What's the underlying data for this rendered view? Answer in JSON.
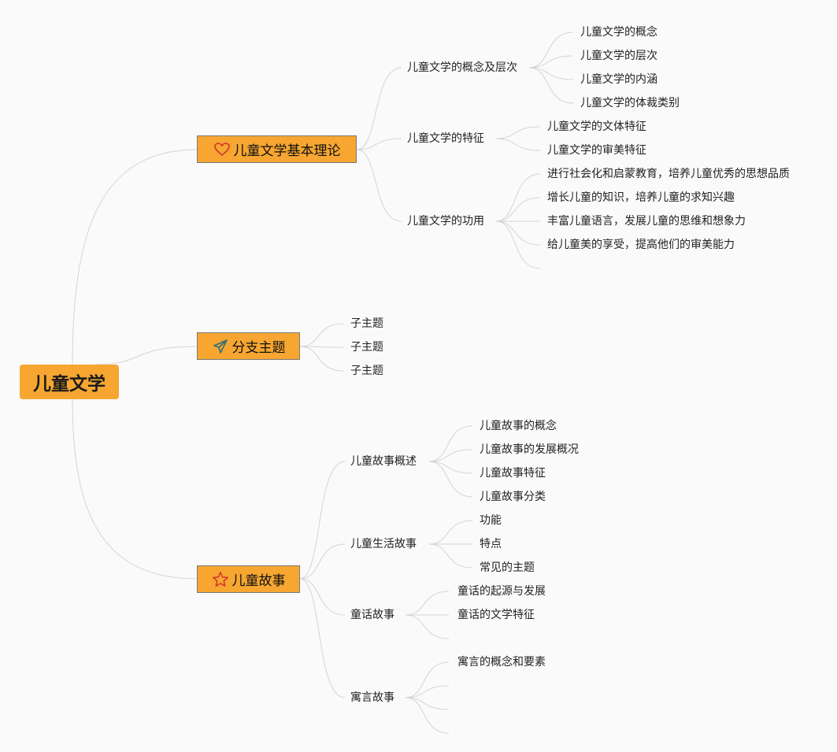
{
  "root": "儿童文学",
  "branches": {
    "theory": {
      "label": "儿童文学基本理论",
      "icon": "heart-icon",
      "subs": {
        "concept": {
          "label": "儿童文学的概念及层次",
          "leaves": [
            "儿童文学的概念",
            "儿童文学的层次",
            "儿童文学的内涵",
            "儿童文学的体裁类别"
          ]
        },
        "features": {
          "label": "儿童文学的特征",
          "leaves": [
            "儿童文学的文体特征",
            "儿童文学的审美特征"
          ]
        },
        "functions": {
          "label": "儿童文学的功用",
          "leaves": [
            "进行社会化和启蒙教育，培养儿童优秀的思想品质",
            "增长儿童的知识，培养儿童的求知兴趣",
            "丰富儿童语言，发展儿童的思维和想象力",
            "给儿童美的享受，提高他们的审美能力"
          ]
        }
      }
    },
    "branch": {
      "label": "分支主题",
      "icon": "paper-plane-icon",
      "leaves": [
        "子主题",
        "子主题",
        "子主题"
      ]
    },
    "stories": {
      "label": "儿童故事",
      "icon": "star-icon",
      "subs": {
        "overview": {
          "label": "儿童故事概述",
          "leaves": [
            "儿童故事的概念",
            "儿童故事的发展概况",
            "儿童故事特征",
            "儿童故事分类"
          ]
        },
        "life": {
          "label": "儿童生活故事",
          "leaves": [
            "功能",
            "特点",
            "常见的主题"
          ]
        },
        "fairy": {
          "label": "童话故事",
          "leaves": [
            "童话的起源与发展",
            "童话的文学特征"
          ]
        },
        "fable": {
          "label": "寓言故事",
          "leaves": [
            "寓言的概念和要素"
          ]
        }
      }
    }
  },
  "colors": {
    "node_fill": "#f6a631",
    "link": "#d4d4d4",
    "background": "#fafafa"
  }
}
